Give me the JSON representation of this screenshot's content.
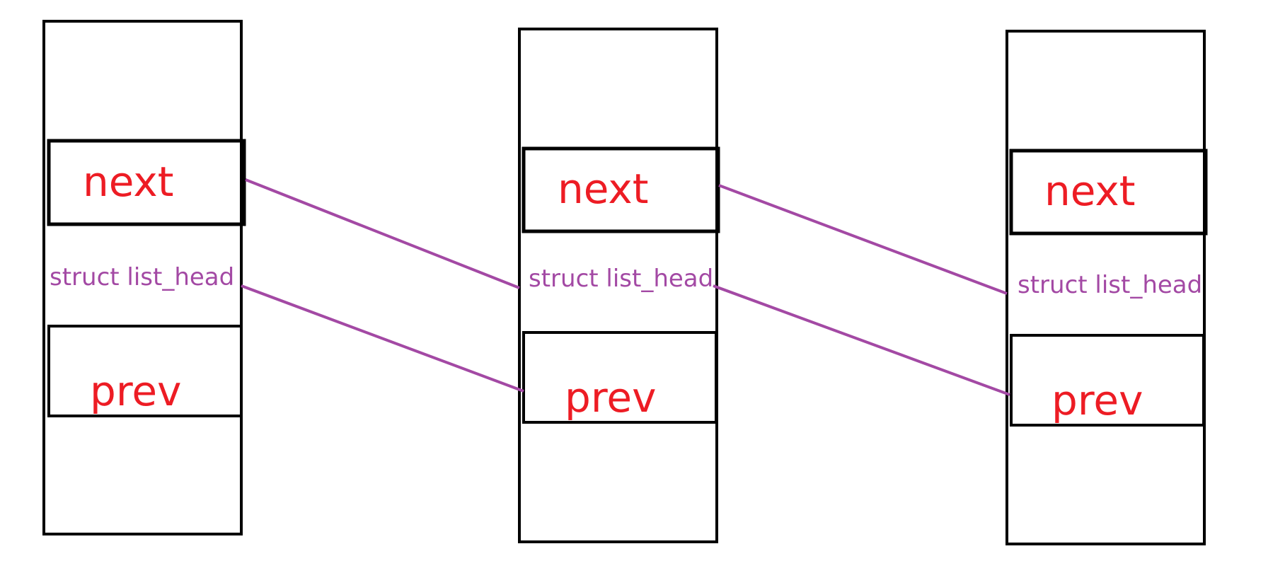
{
  "colors": {
    "stroke": "#000000",
    "field_label": "#ed1c24",
    "link": "#a349a4"
  },
  "nodes": [
    {
      "next_label": "next",
      "struct_label": "struct list_head",
      "prev_label": "prev"
    },
    {
      "next_label": "next",
      "struct_label": "struct list_head",
      "prev_label": "prev"
    },
    {
      "next_label": "next",
      "struct_label": "struct list_head",
      "prev_label": "prev"
    }
  ]
}
